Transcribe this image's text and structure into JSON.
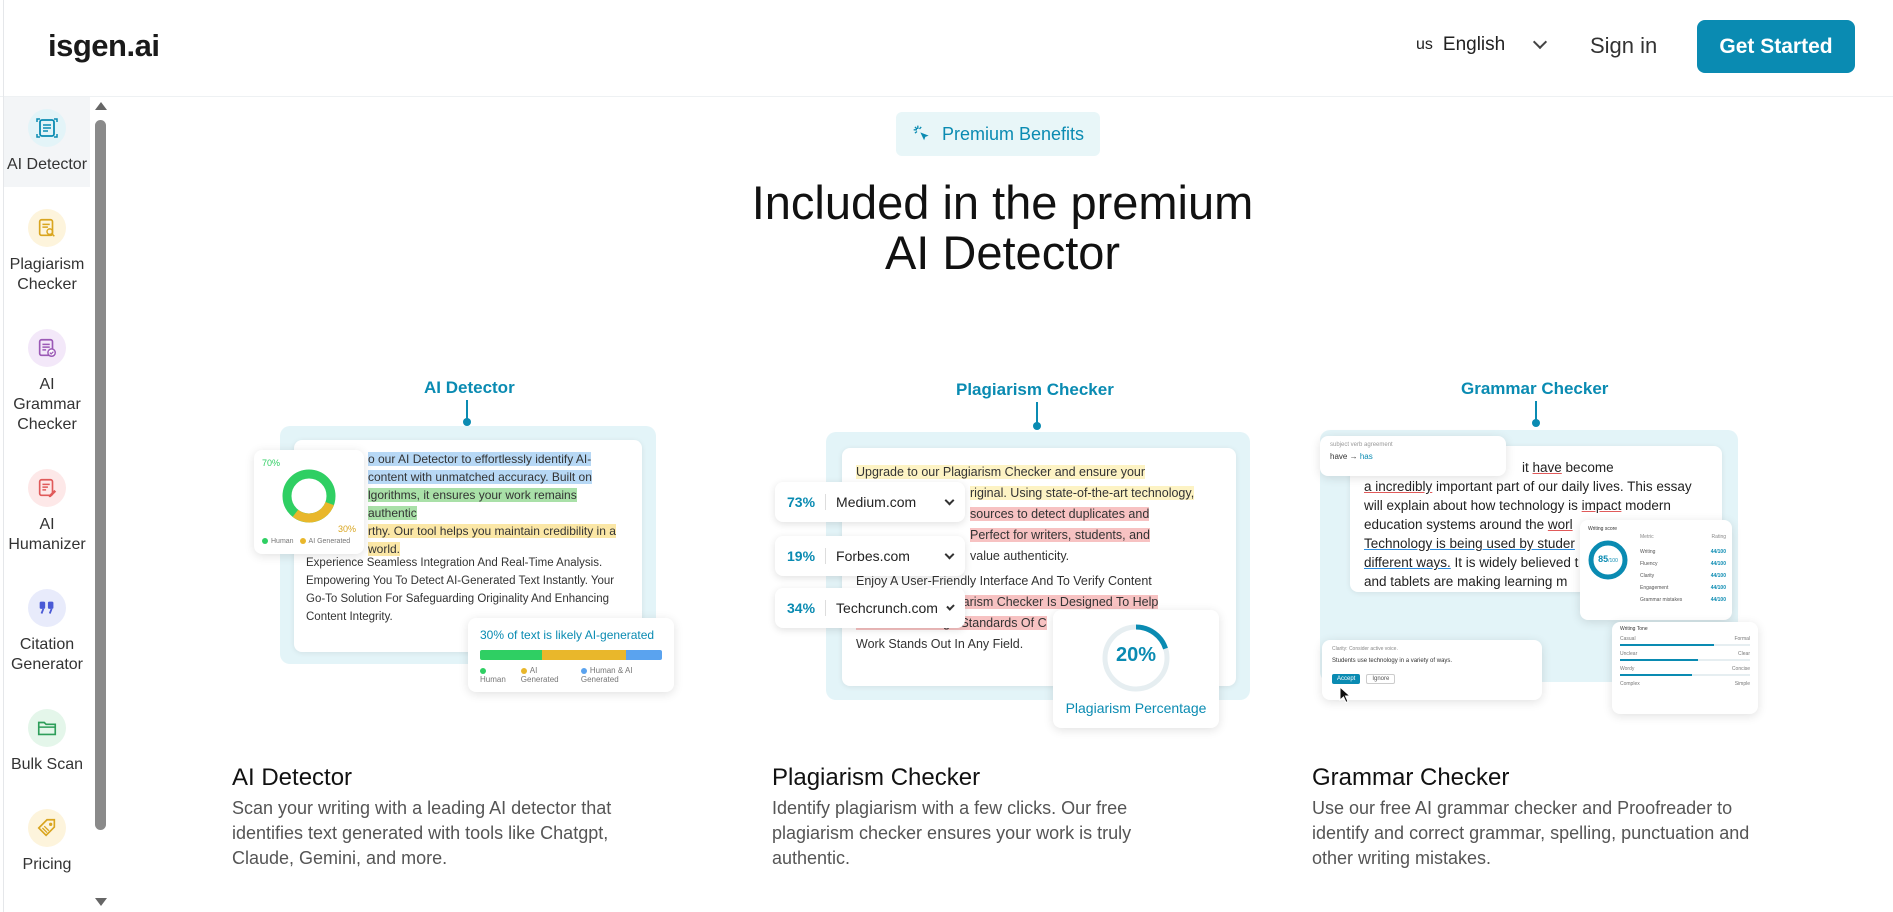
{
  "header": {
    "logo": "isgen.ai",
    "lang_code": "us",
    "lang_label": "English",
    "signin": "Sign in",
    "cta": "Get Started"
  },
  "sidebar": {
    "items": [
      {
        "label": "AI Detector",
        "icon": "ai-detector-icon",
        "color": "#0a8bb2",
        "bg": "#e3f4f8"
      },
      {
        "label": "Plagiarism Checker",
        "icon": "plagiarism-icon",
        "color": "#d9a51f",
        "bg": "#fdf4dc"
      },
      {
        "label": "AI Grammar Checker",
        "icon": "grammar-icon",
        "color": "#9b59b6",
        "bg": "#f3e8f9"
      },
      {
        "label": "AI Humanizer",
        "icon": "humanizer-icon",
        "color": "#e05a5a",
        "bg": "#fde8e8"
      },
      {
        "label": "Citation Generator",
        "icon": "citation-icon",
        "color": "#4a5ad6",
        "bg": "#e8ebfb"
      },
      {
        "label": "Bulk Scan",
        "icon": "folder-icon",
        "color": "#2e9e5a",
        "bg": "#e4f6ea"
      },
      {
        "label": "Pricing",
        "icon": "tag-icon",
        "color": "#d9a51f",
        "bg": "#fdf4dc"
      }
    ]
  },
  "main": {
    "badge": "Premium Benefits",
    "headline_line1": "Included in the premium",
    "headline_line2": "AI Detector",
    "cards": [
      {
        "illu_label": "AI Detector",
        "title": "AI Detector",
        "desc": "Scan your writing with a leading AI detector that identifies text generated with tools like Chatgpt, Claude, Gemini, and more."
      },
      {
        "illu_label": "Plagiarism Checker",
        "title": "Plagiarism Checker",
        "desc": "Identify plagiarism with a few clicks. Our free plagiarism checker ensures your work is truly authentic."
      },
      {
        "illu_label": "Grammar Checker",
        "title": "Grammar Checker",
        "desc": "Use our free AI grammar checker and Proofreader to identify and correct grammar, spelling, punctuation and other writing mistakes."
      }
    ]
  },
  "illu_ai": {
    "donut_human": "70%",
    "donut_ai": "30%",
    "legend_human": "Human",
    "legend_ai": "AI Generated",
    "line1": "o our AI Detector to effortlessly identify AI-",
    "line2": "content with unmatched accuracy. Built on",
    "line3": "lgorithms, it ensures your work remains authentic",
    "line4": "rthy. Our tool helps you maintain credibility in a",
    "line5": "world.",
    "para2": "Experience Seamless Integration And Real-Time Analysis. Empowering You To Detect AI-Generated Text Instantly. Your Go-To Solution For Safeguarding Originality And Enhancing Content Integrity.",
    "bar_title": "30% of text is likely AI-generated",
    "bar_human": "Human",
    "bar_ai": "AI Generated",
    "bar_mixed": "Human & AI Generated"
  },
  "illu_plag": {
    "line1": "Upgrade to our Plagiarism Checker and ensure your",
    "line2": "riginal. Using state-of-the-art technology,",
    "line3": "sources to detect duplicates and",
    "line4": "Perfect for writers, students, and",
    "line5": "value authenticity.",
    "line6": "Enjoy A User-Friendly Interface And To Verify Content",
    "line7": "agiarism Checker Is Designed To Help",
    "line8": "You Maintain High Standards Of C",
    "line9": "Work Stands Out In Any Field.",
    "sources": [
      {
        "pct": "73%",
        "name": "Medium.com"
      },
      {
        "pct": "19%",
        "name": "Forbes.com"
      },
      {
        "pct": "34%",
        "name": "Techcrunch.com"
      }
    ],
    "gauge_value": "20%",
    "gauge_label": "Plagiarism Percentage"
  },
  "illu_gram": {
    "tip_title": "subject verb agreement",
    "tip_from": "have",
    "tip_to": "has",
    "l1a": "it ",
    "l1b": "have",
    "l1c": " become",
    "l2a": "a incredibly",
    "l2b": " important part of our daily lives. This essay",
    "l3a": "will explain about how technology is ",
    "l3b": "impact",
    "l3c": " modern",
    "l4a": "education systems around the ",
    "l4b": "worl",
    "l5": "Technology is being used by studer",
    "l6a": "different ways.",
    "l6b": " It is widely believed t",
    "l7": "and tablets are making learning m",
    "score_title": "Writing score",
    "score_value": "85",
    "score_max": "/100",
    "score_head_metric": "Metric",
    "score_head_rating": "Rating",
    "score_rows": [
      {
        "name": "Writing",
        "val": "44/100"
      },
      {
        "name": "Fluency",
        "val": "44/100"
      },
      {
        "name": "Clarity",
        "val": "44/100"
      },
      {
        "name": "Engagement",
        "val": "44/100"
      },
      {
        "name": "Grammar mistakes",
        "val": "44/100"
      }
    ],
    "clarity_hint": "Clarity: Consider active voice.",
    "clarity_text": "Students use technology in a variety of ways.",
    "accept": "Accept",
    "ignore": "Ignore",
    "tone_title": "Writing Tone",
    "tones": [
      {
        "left": "Casual",
        "right": "Formal"
      },
      {
        "left": "Unclear",
        "right": "Clear"
      },
      {
        "left": "Wordy",
        "right": "Concise"
      },
      {
        "left": "Complex",
        "right": "Simple"
      }
    ]
  }
}
